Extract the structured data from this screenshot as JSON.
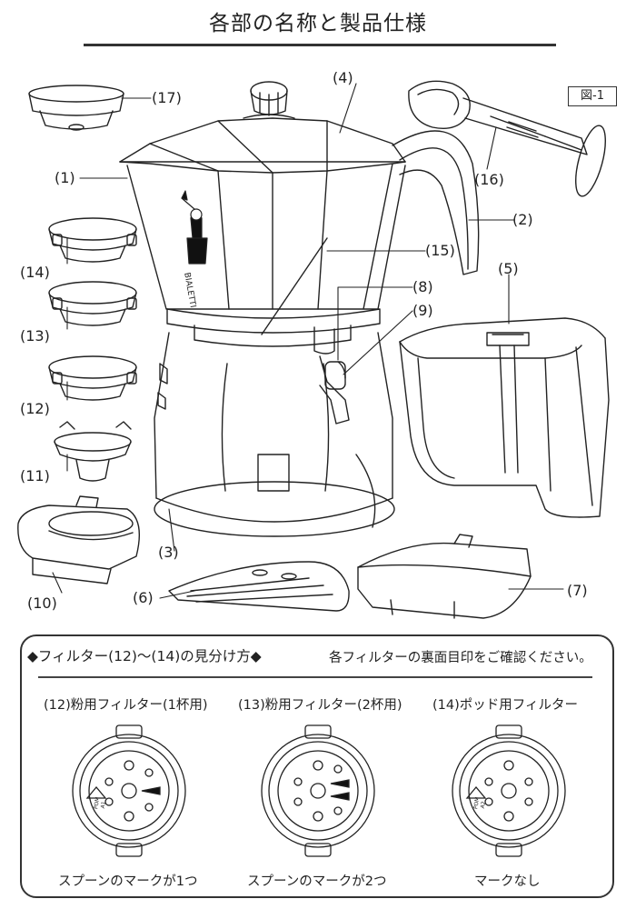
{
  "page": {
    "title": "各部の名称と製品仕様",
    "figure_label": "図-1"
  },
  "parts": {
    "p1": "(1)",
    "p2": "(2)",
    "p3": "(3)",
    "p4": "(4)",
    "p5": "(5)",
    "p6": "(6)",
    "p7": "(7)",
    "p8": "(8)",
    "p9": "(9)",
    "p10": "(10)",
    "p11": "(11)",
    "p12": "(12)",
    "p13": "(13)",
    "p14": "(14)",
    "p15": "(15)",
    "p16": "(16)",
    "p17": "(17)"
  },
  "brand": "BIALETTI",
  "filter_guide": {
    "title": "◆フィルター(12)〜(14)の見分け方◆",
    "note": "各フィルターの裏面目印をご確認ください。",
    "filters": [
      {
        "title": "(12)粉用フィルター(1杯用)",
        "caption": "スプーンのマークが1つ",
        "mark": "A1"
      },
      {
        "title": "(13)粉用フィルター(2杯用)",
        "caption": "スプーンのマークが2つ",
        "mark": ""
      },
      {
        "title": "(14)ポッド用フィルター",
        "caption": "マークなし",
        "mark": "A2"
      }
    ],
    "recycle_mark": "POM"
  }
}
